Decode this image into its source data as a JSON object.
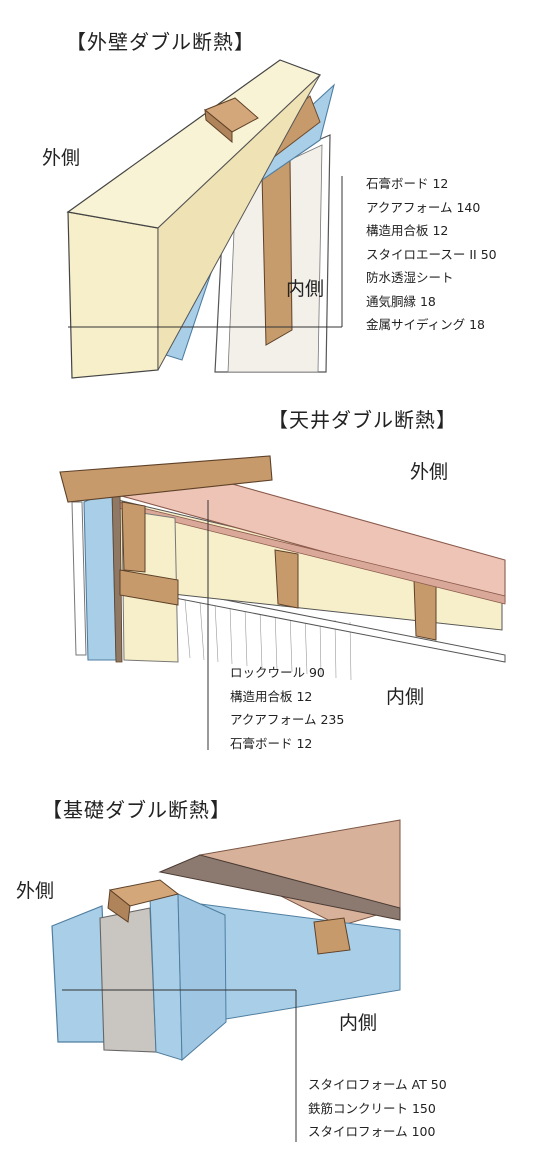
{
  "sections": [
    {
      "title": "【外壁ダブル断熱】",
      "outside_label": "外側",
      "inside_label": "内側",
      "layers": [
        "石膏ボード 12",
        "アクアフォーム 140",
        "構造用合板 12",
        "スタイロエースー II 50",
        "防水透湿シート",
        "通気胴縁 18",
        "金属サイディング 18"
      ]
    },
    {
      "title": "【天井ダブル断熱】",
      "outside_label": "外側",
      "inside_label": "内側",
      "layers": [
        "ロックウール 90",
        "構造用合板 12",
        "アクアフォーム 235",
        "石膏ボード 12"
      ]
    },
    {
      "title": "【基礎ダブル断熱】",
      "outside_label": "外側",
      "inside_label": "内側",
      "layers": [
        "スタイロフォーム AT 50",
        "鉄筋コンクリート 150",
        "スタイロフォーム 100"
      ]
    }
  ],
  "colors": {
    "insulation_yellow": "#f6efc9",
    "styro_blue": "#a9cfe8",
    "wood": "#c79a6c",
    "plaster": "#e8e2da",
    "roof_pink": "#eec4b6",
    "concrete_gray": "#c9c6c2",
    "deck_wood": "#d8b19a"
  }
}
